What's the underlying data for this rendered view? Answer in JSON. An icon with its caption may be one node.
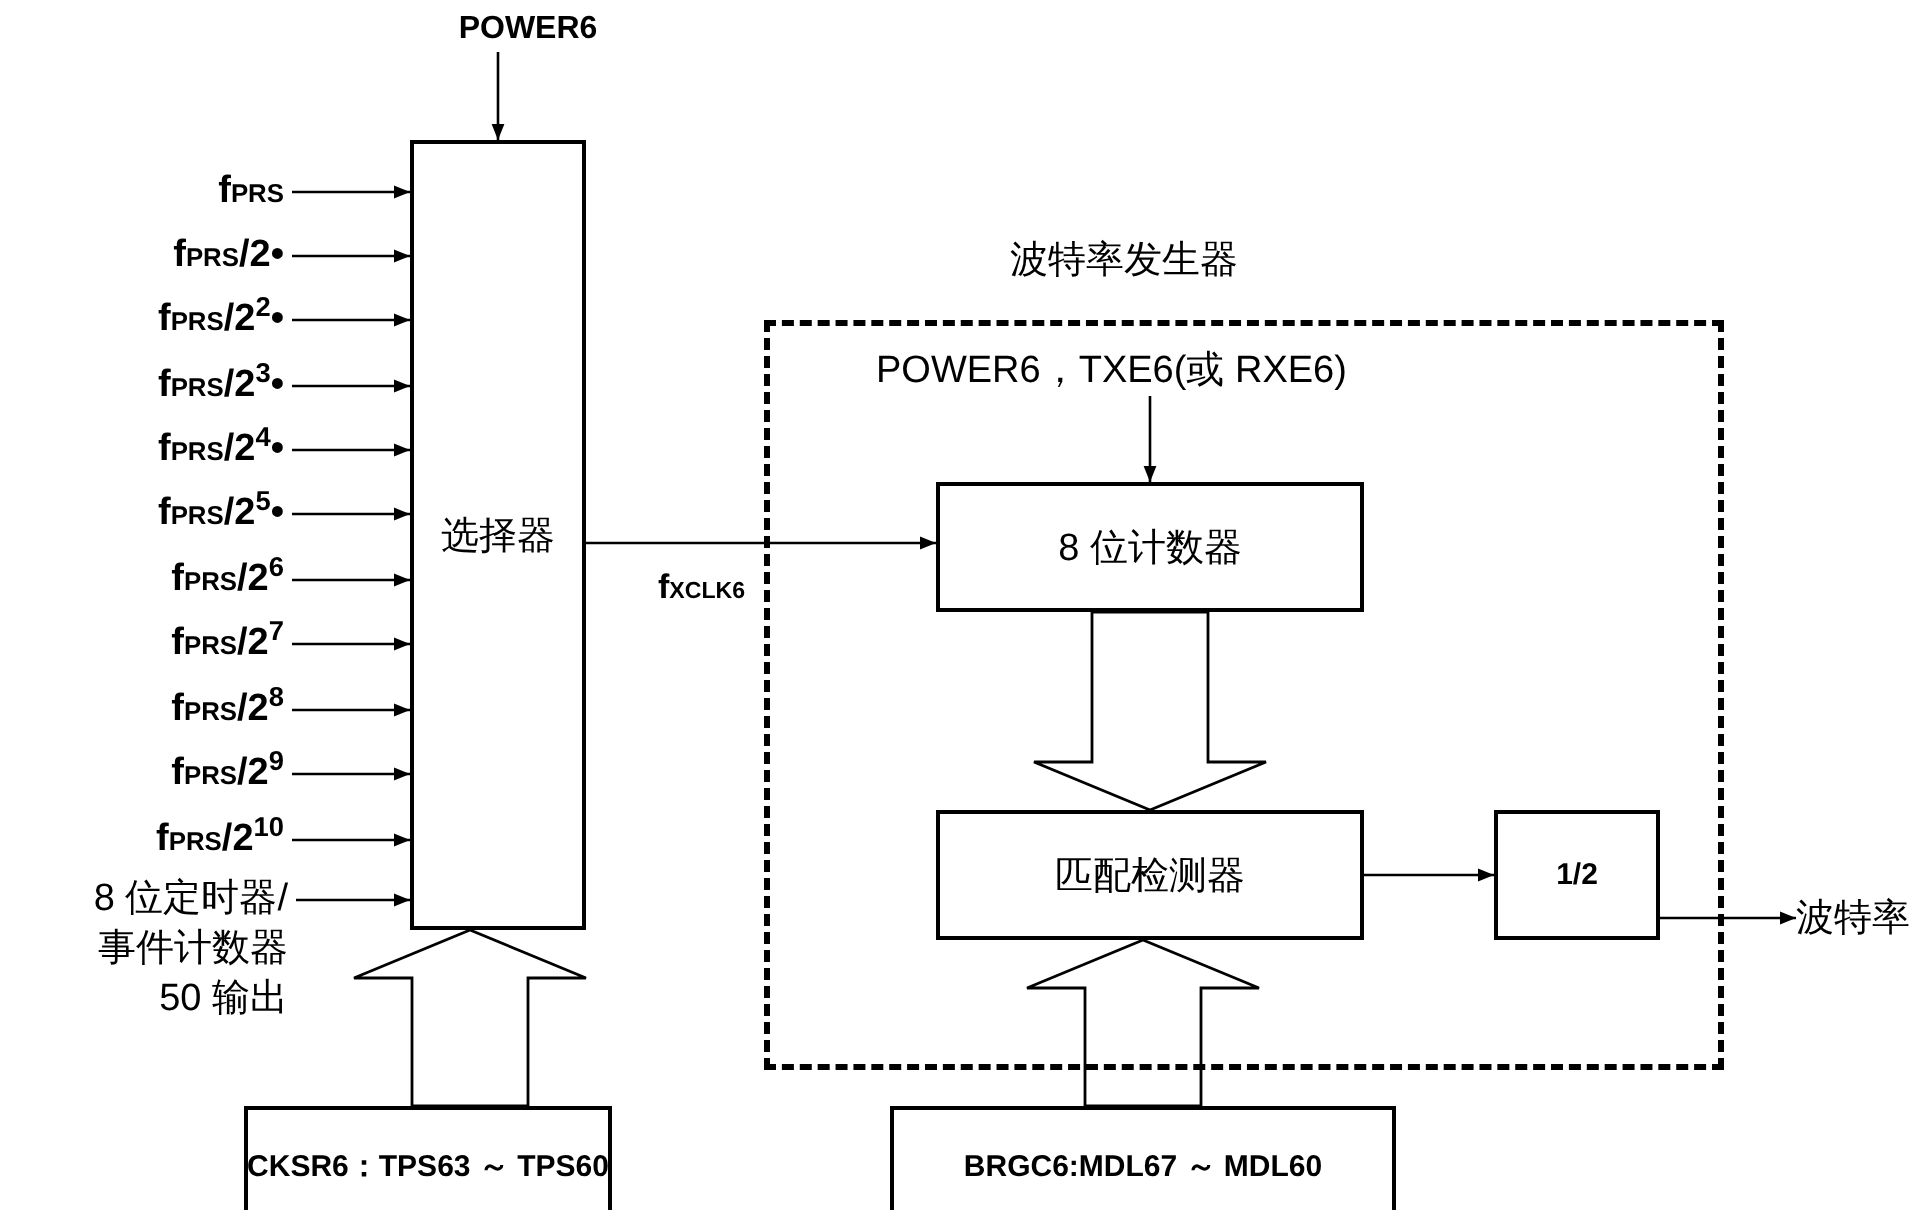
{
  "diagram": {
    "nodes": [
      {
        "text": [
          "POWER6"
        ]
      },
      {
        "text": [
          "f$_{PRS}$"
        ]
      },
      {
        "text": [
          "f$_{PRS}$/2•"
        ]
      },
      {
        "text": [
          "f$_{PRS}$/2$^{2}$•"
        ]
      },
      {
        "text": [
          "f$_{PRS}$/2$^{3}$•"
        ]
      },
      {
        "text": [
          "f$_{PRS}$/2$^{4}$•"
        ]
      },
      {
        "text": [
          "f$_{PRS}$/2$^{5}$•"
        ]
      },
      {
        "text": [
          "f$_{PRS}$/2$^{6}$"
        ]
      },
      {
        "text": [
          "f$_{PRS}$/2$^{7}$"
        ]
      },
      {
        "text": [
          "f$_{PRS}$/2$^{8}$"
        ]
      },
      {
        "text": [
          "f$_{PRS}$/2$^{9}$"
        ]
      },
      {
        "text": [
          "f$_{PRS}$/2$^{10}$"
        ]
      },
      {
        "text": [
          "8 位定时器/事件计数器50 输出"
        ]
      },
      {
        "text": [
          "选择器"
        ]
      },
      {
        "text": [
          "波特率发生器"
        ]
      },
      {
        "text": [
          "POWER6，TXE6(或 RXE6)"
        ],
        "in": 14
      },
      {
        "text": [
          "8 位计数器"
        ],
        "in": 14
      },
      {
        "text": [
          "匹配检测器"
        ],
        "in": 14
      },
      {
        "text": [
          "1/2"
        ],
        "in": 14
      },
      {
        "text": [
          "波特率"
        ]
      },
      {
        "text": [
          "CKSR6：TPS63 ～ TPS60"
        ]
      },
      {
        "text": [
          "BRGC6:MDL67 ～ MDL60"
        ]
      }
    ],
    "edges": [
      {
        "from": 0,
        "to": 13,
        "arrow": "to"
      },
      {
        "from": 1,
        "to": 13,
        "arrow": "to"
      },
      {
        "from": 2,
        "to": 13,
        "arrow": "to"
      },
      {
        "from": 3,
        "to": 13,
        "arrow": "to"
      },
      {
        "from": 4,
        "to": 13,
        "arrow": "to"
      },
      {
        "from": 5,
        "to": 13,
        "arrow": "to"
      },
      {
        "from": 6,
        "to": 13,
        "arrow": "to"
      },
      {
        "from": 7,
        "to": 13,
        "arrow": "to"
      },
      {
        "from": 8,
        "to": 13,
        "arrow": "to"
      },
      {
        "from": 9,
        "to": 13,
        "arrow": "to"
      },
      {
        "from": 10,
        "to": 13,
        "arrow": "to"
      },
      {
        "from": 11,
        "to": 13,
        "arrow": "to"
      },
      {
        "from": 12,
        "to": 13,
        "arrow": "to"
      },
      {
        "from": 13,
        "to": 16,
        "arrow": "to",
        "label": "f$_{XCLK6}$"
      },
      {
        "from": 15,
        "to": 16,
        "arrow": "to"
      },
      {
        "from": 16,
        "to": 17,
        "arrow": "to",
        "style": "thick"
      },
      {
        "from": 17,
        "to": 18,
        "arrow": "to"
      },
      {
        "from": 18,
        "to": 19,
        "arrow": "to"
      },
      {
        "from": 20,
        "to": 13,
        "arrow": "to",
        "style": "thick"
      },
      {
        "from": 21,
        "to": 17,
        "arrow": "to",
        "style": "thick"
      }
    ]
  }
}
